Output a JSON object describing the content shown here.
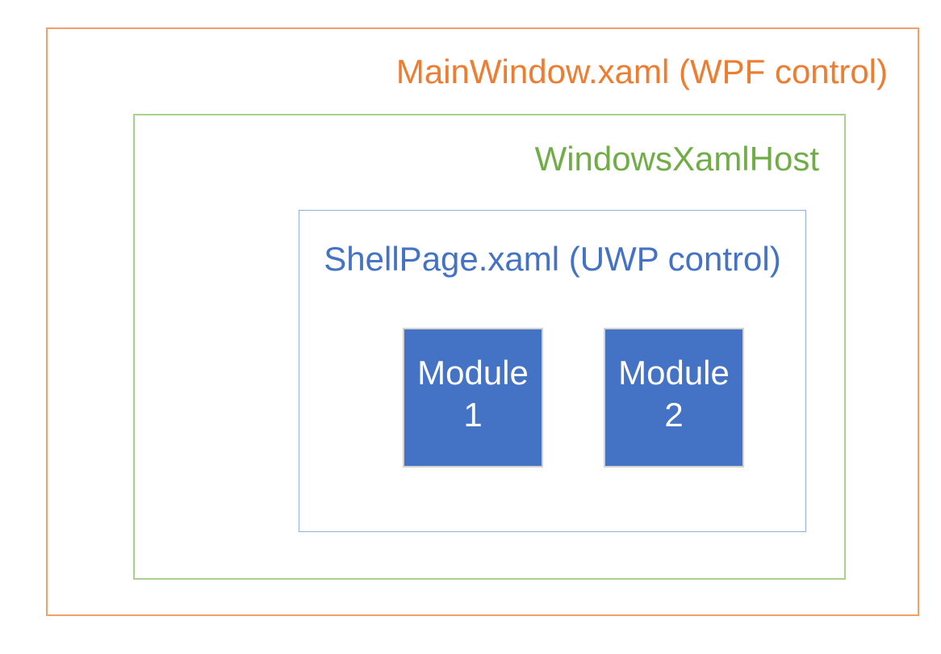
{
  "diagram": {
    "background_color": "#FFFFFF",
    "outer_box": {
      "label": "MainWindow.xaml (WPF control)",
      "text_color": "#ED7D31",
      "border_color": "#F2A06A"
    },
    "host_box": {
      "label": "WindowsXamlHost",
      "text_color": "#70AD47",
      "border_color": "#A9D18E"
    },
    "shell_box": {
      "label": "ShellPage.xaml (UWP control)",
      "text_color": "#4472C4",
      "border_color": "#95AFDC"
    },
    "modules": [
      {
        "label_line1": "Module",
        "label_line2": "1",
        "fill_color": "#4472C4",
        "border_color": "#D2D2D2",
        "text_color": "#FFFFFF"
      },
      {
        "label_line1": "Module",
        "label_line2": "2",
        "fill_color": "#4472C4",
        "border_color": "#D2D2D2",
        "text_color": "#FFFFFF"
      }
    ]
  }
}
